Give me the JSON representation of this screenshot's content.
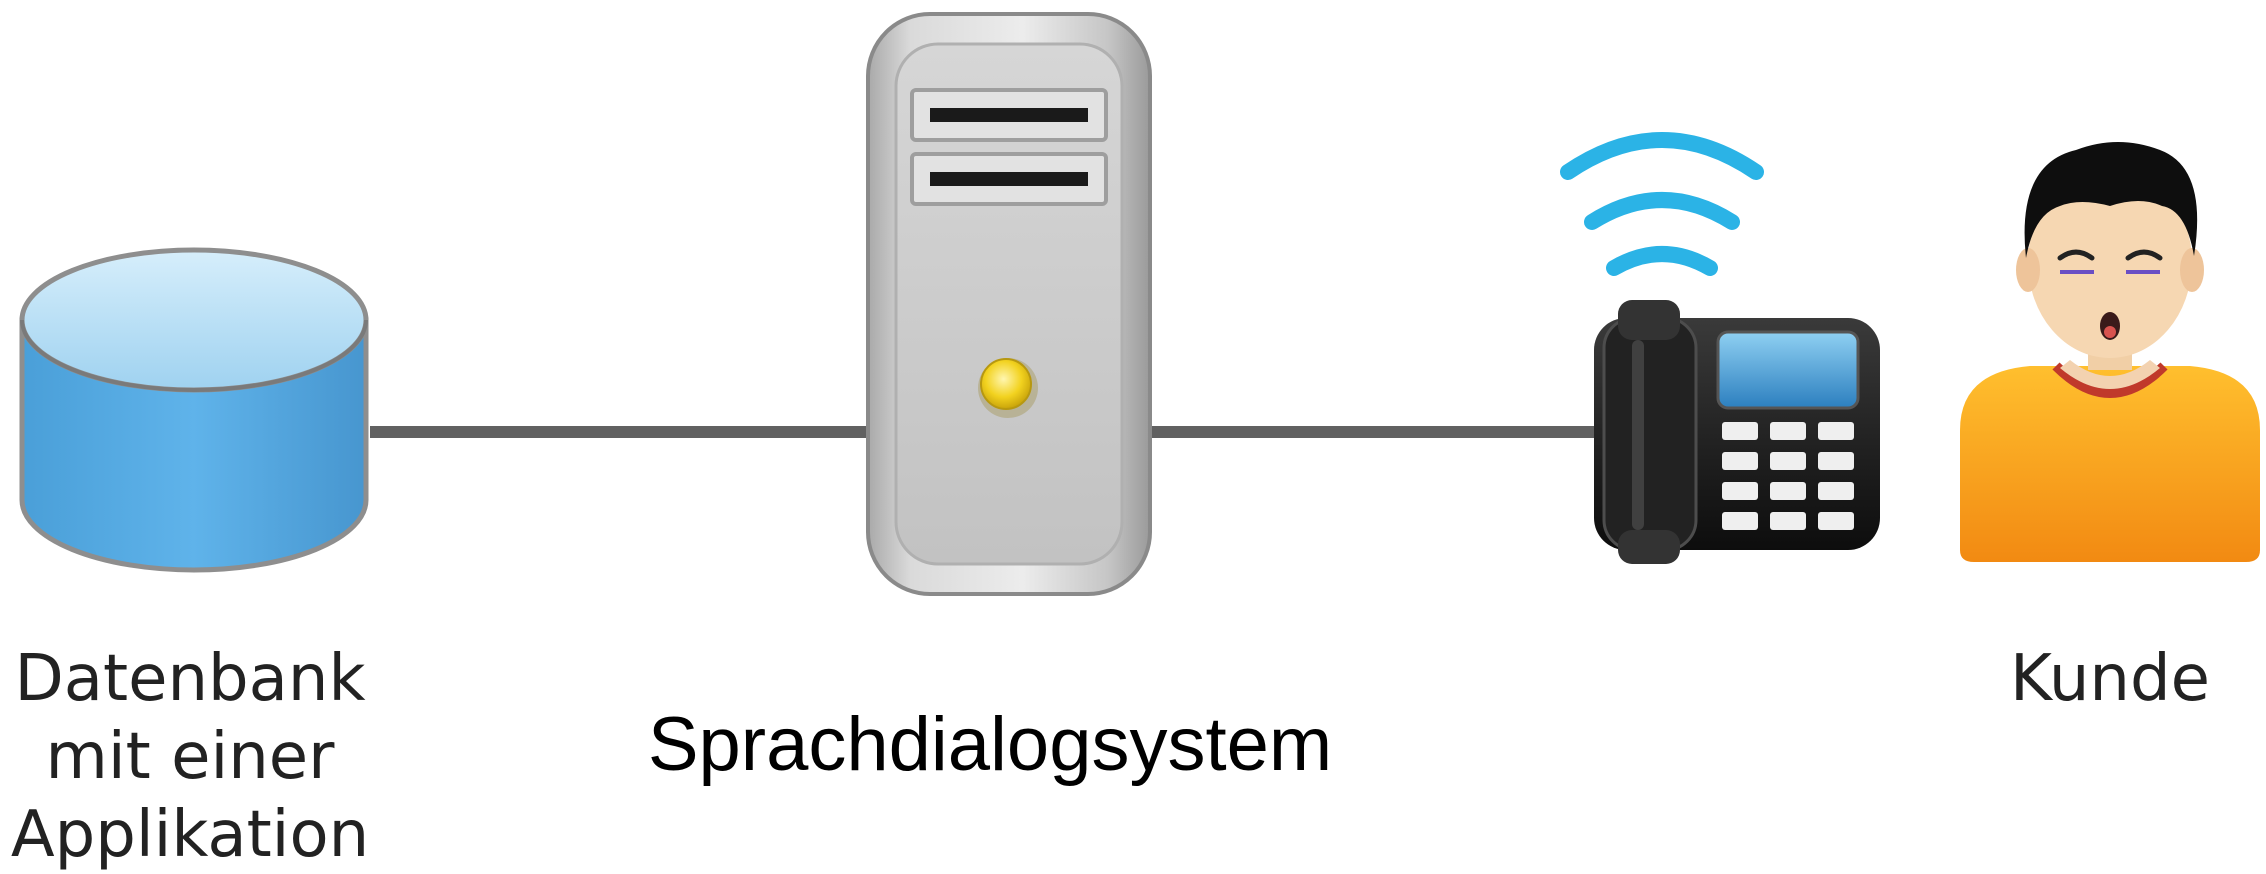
{
  "labels": {
    "database": [
      "Datenbank",
      "mit einer",
      "Applikation"
    ],
    "system": "Sprachdialogsystem",
    "customer": "Kunde"
  },
  "icons": {
    "database": "database-cylinder-icon",
    "server": "server-tower-icon",
    "telephone": "desk-telephone-icon",
    "signal": "wireless-signal-icon",
    "customer": "person-speaking-icon"
  },
  "colors": {
    "connector": "#616161",
    "database_fill": "#5aaee6",
    "database_top": "#b5def5",
    "server_body": "#cfcfcf",
    "server_light": "#f0d21e",
    "signal": "#2bb3e6",
    "shirt": "#f7a21c",
    "collar": "#c0392b",
    "text": "#222222"
  }
}
